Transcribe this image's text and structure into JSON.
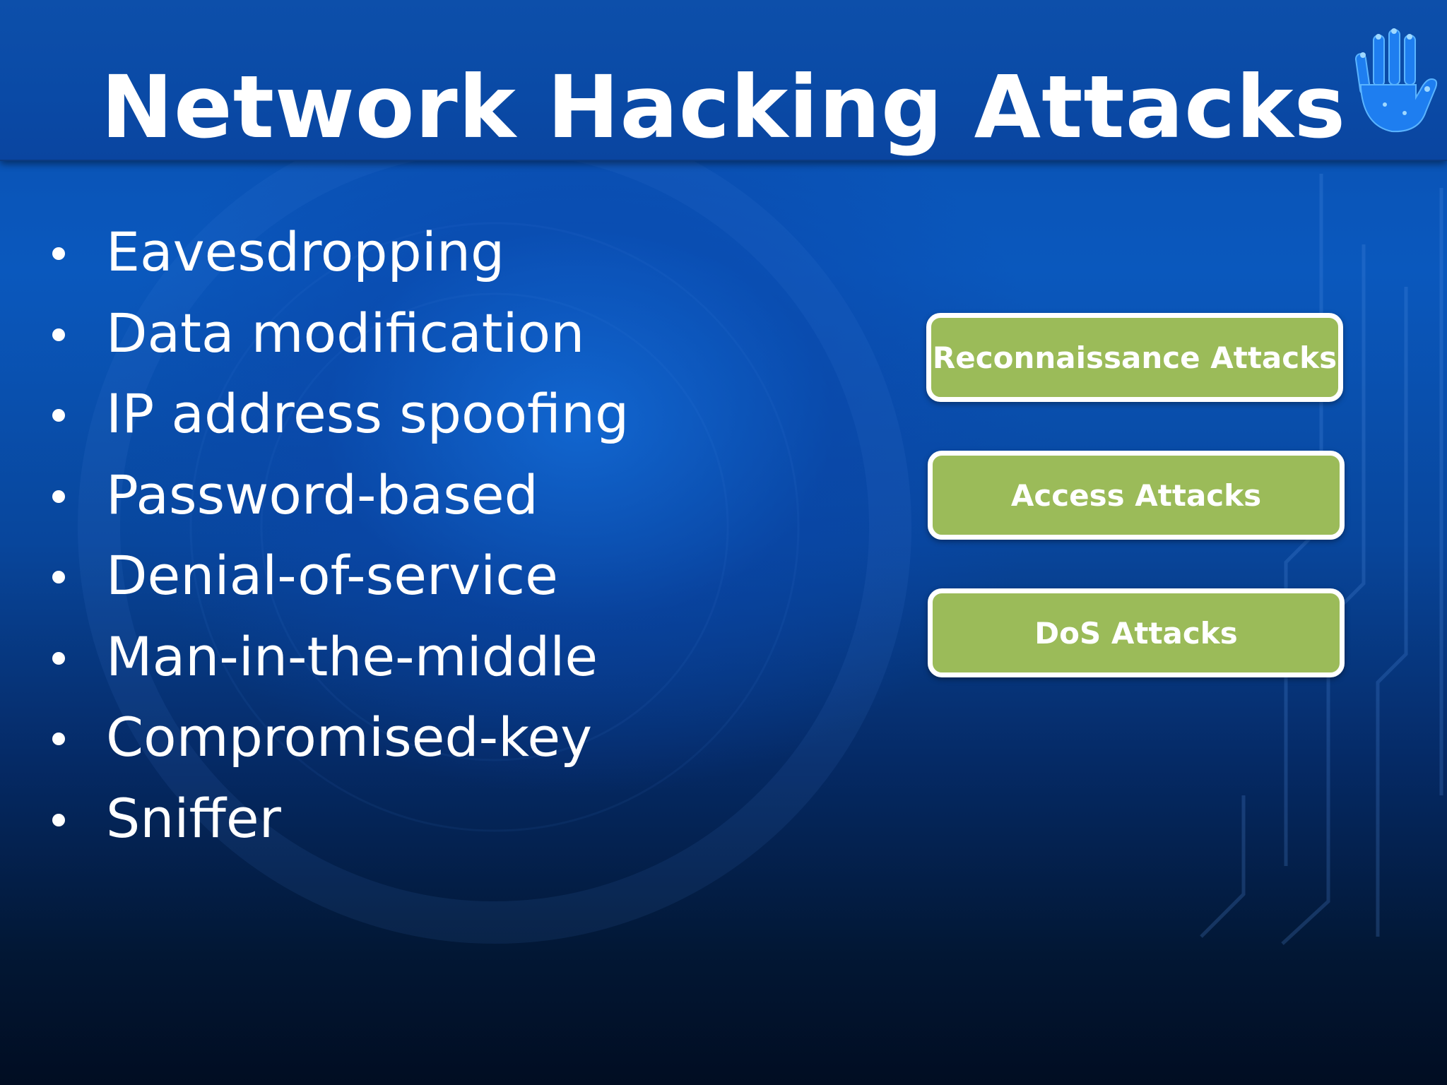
{
  "slide": {
    "title": "Network Hacking Attacks",
    "bullets": [
      "Eavesdropping",
      "Data modification",
      "IP address spoofing",
      "Password-based",
      "Denial-of-service",
      "Man-in-the-middle",
      "Compromised-key",
      "Sniffer"
    ],
    "buttons": [
      "Reconnaissance Attacks",
      "Access Attacks",
      "DoS Attacks"
    ],
    "logo_icon": "hand-print-icon"
  },
  "colors": {
    "header": "#0a4aa6",
    "background_top": "#0a58bd",
    "background_bottom": "#010d22",
    "button_fill": "#9bbb59",
    "button_border": "#ffffff",
    "text": "#ffffff"
  }
}
